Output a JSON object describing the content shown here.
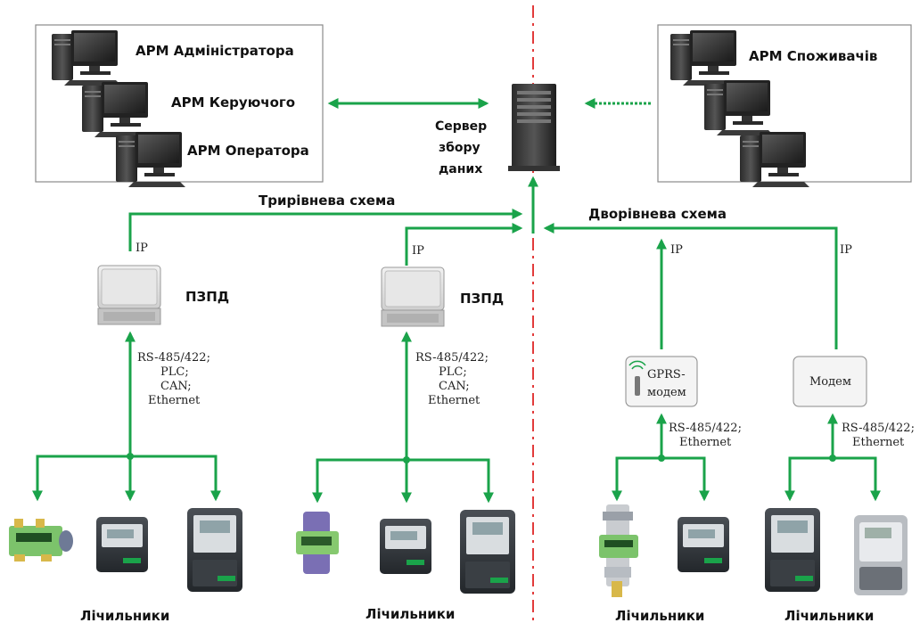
{
  "workstations_left": [
    "АРМ Адміністратора",
    "АРМ Керуючого",
    "АРМ Оператора"
  ],
  "workstations_right": [
    "АРМ Споживачів"
  ],
  "server": {
    "lines": [
      "Сервер",
      "збору",
      "даних"
    ]
  },
  "schemes": {
    "three_level": "Трирівнева схема",
    "two_level": "Дворівнева схема"
  },
  "ip_label": "IP",
  "concentrator_label": "ПЗПД",
  "interfaces_long": [
    "RS-485/422;",
    "PLC;",
    "CAN;",
    "Ethernet"
  ],
  "interfaces_short": [
    "RS-485/422;",
    "Ethernet"
  ],
  "gprs_modem_lines": [
    "GPRS-",
    "модем"
  ],
  "modem_label": "Модем",
  "meters_label": "Лічильники",
  "colors": {
    "link": "#1aa34a",
    "divider": "#e23b3b",
    "box_border": "#8a8a8a"
  }
}
